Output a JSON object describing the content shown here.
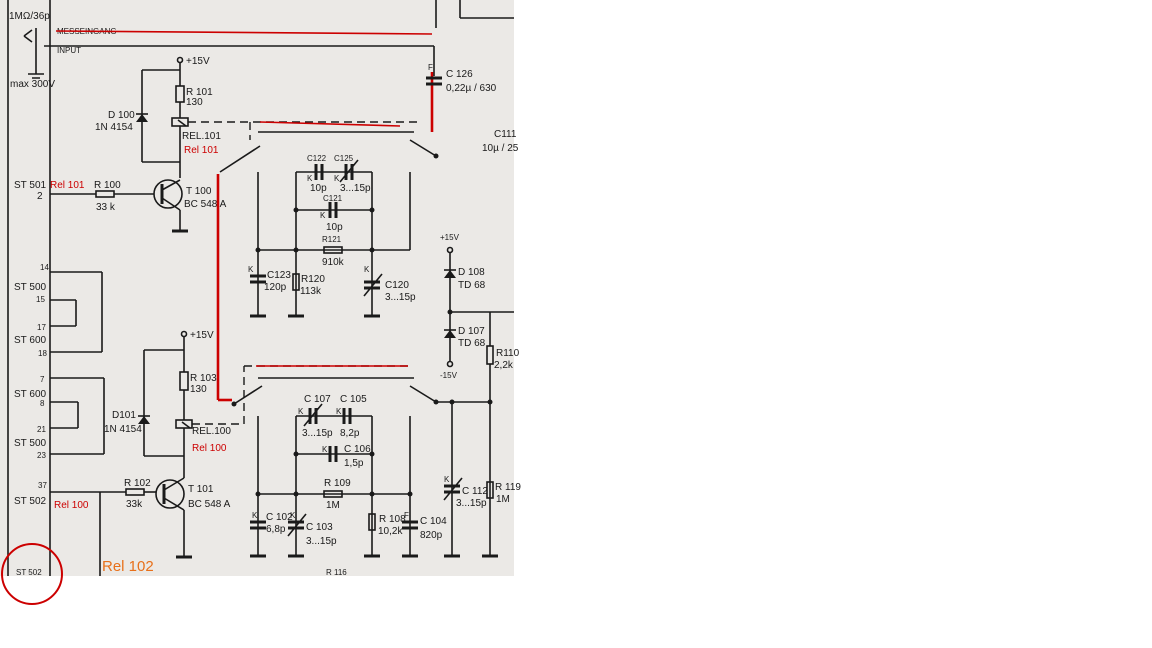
{
  "schematic": {
    "header": {
      "range": "1MΩ/36p",
      "input_de": "MESSEINGANG",
      "input_en": "INPUT",
      "max": "max 300V"
    },
    "connectors": {
      "st501": "ST 501",
      "st500_a": "ST 500",
      "st600_a": "ST 600",
      "st600_b": "ST 600",
      "st500_b": "ST 500",
      "st502": "ST 502",
      "st502_partial": "ST 502"
    },
    "pins": {
      "p2": "2",
      "p14": "14",
      "p15": "15",
      "p17": "17",
      "p18": "18",
      "p7": "7",
      "p8": "8",
      "p21": "21",
      "p23": "23",
      "p37": "37"
    },
    "supply": {
      "plus15_top": "+15V",
      "plus15_mid": "+15V",
      "plus15_right": "+15V",
      "minus15_right": "-15V"
    },
    "components": {
      "r101_name": "R 101",
      "r101_val": "130",
      "d100_name": "D 100",
      "d100_val": "1N 4154",
      "rel101": "REL.101",
      "r100_name": "R 100",
      "r100_val": "33 k",
      "t100_name": "T 100",
      "t100_val": "BC 548 A",
      "c126_name": "C 126",
      "c126_val": "0,22µ / 630",
      "c111_name": "C111",
      "c111_val": "10µ / 25",
      "c122_name": "C122",
      "c122_val": "10p",
      "c125_name": "C125",
      "c125_val": "3...15p",
      "c121_name": "C121",
      "c121_val": "10p",
      "r121_name": "R121",
      "r121_val": "910k",
      "c123_name": "C123",
      "c123_val": "120p",
      "r120_name": "R120",
      "r120_val": "113k",
      "c120_name": "C120",
      "c120_val": "3...15p",
      "d108_name": "D 108",
      "d108_val": "TD 68",
      "d107_name": "D 107",
      "d107_val": "TD 68",
      "r110_name": "R110",
      "r110_val": "2,2k",
      "r103_name": "R 103",
      "r103_val": "130",
      "d101_name": "D101",
      "d101_val": "1N 4154",
      "rel100": "REL.100",
      "c107_name": "C 107",
      "c107_val": "3...15p",
      "c105_name": "C 105",
      "c105_val": "8,2p",
      "c106_name": "C 106",
      "c106_val": "1,5p",
      "r109_name": "R 109",
      "r109_val": "1M",
      "c102_name": "C 102",
      "c102_val": "6,8p",
      "c103_name": "C 103",
      "c103_val": "3...15p",
      "r108_name": "R 108",
      "r108_val": "10,2k",
      "c104_name": "C 104",
      "c104_val": "820p",
      "c112_name": "C 112",
      "c112_val": "3...15p",
      "r119_name": "R 119",
      "r119_val": "1M",
      "r102_name": "R 102",
      "r102_val": "33k",
      "t101_name": "T 101",
      "t101_val": "BC 548 A",
      "r116_name": "R 116",
      "k": "K",
      "f": "F"
    },
    "annotations": {
      "rel101_a": "Rel 101",
      "rel101_b": "Rel 101",
      "rel100_a": "Rel 100",
      "rel100_b": "Rel 100",
      "rel102": "Rel 102",
      "red_color": "#cc0000",
      "orange_color": "#e8701a"
    }
  }
}
